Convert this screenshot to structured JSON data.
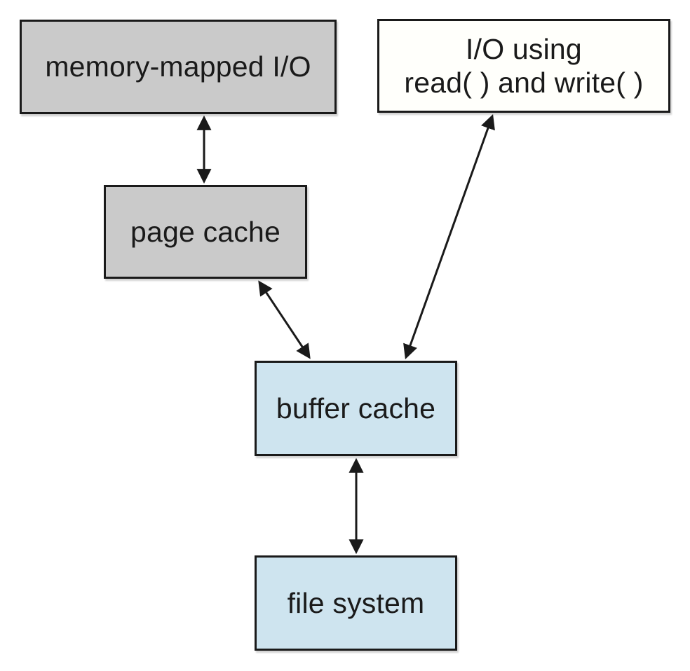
{
  "diagram": {
    "colors": {
      "background": "#ffffff",
      "gray_fill": "#cacaca",
      "blue_fill": "#cee4ef",
      "white_fill": "#fffffb",
      "border": "#1a1a1a",
      "arrow": "#1a1a1a",
      "text": "#1a1a1a"
    },
    "nodes": [
      {
        "id": "memory-mapped-io",
        "label": "memory-mapped I/O",
        "fill": "gray"
      },
      {
        "id": "io-read-write",
        "lines": [
          "I/O using",
          "read( ) and write( )"
        ],
        "fill": "white"
      },
      {
        "id": "page-cache",
        "label": "page cache",
        "fill": "gray"
      },
      {
        "id": "buffer-cache",
        "label": "buffer cache",
        "fill": "blue"
      },
      {
        "id": "file-system",
        "label": "file system",
        "fill": "blue"
      }
    ],
    "edges": [
      {
        "from": "memory-mapped-io",
        "to": "page-cache",
        "style": "double-headed-arrow"
      },
      {
        "from": "page-cache",
        "to": "buffer-cache",
        "style": "double-headed-arrow"
      },
      {
        "from": "io-read-write",
        "to": "buffer-cache",
        "style": "double-headed-arrow"
      },
      {
        "from": "buffer-cache",
        "to": "file-system",
        "style": "double-headed-arrow"
      }
    ]
  }
}
